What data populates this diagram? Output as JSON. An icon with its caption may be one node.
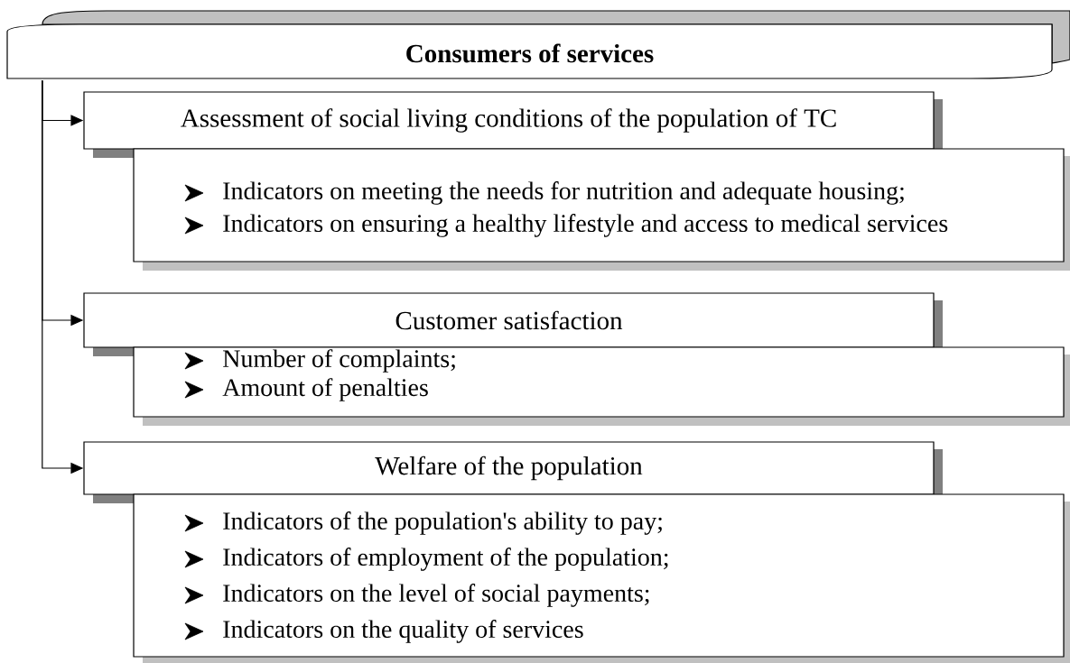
{
  "diagram": {
    "nodes": [
      {
        "text": [
          "Consumers of services"
        ]
      },
      {
        "text": [
          "Assessment of social living conditions of the population of TC"
        ]
      },
      {
        "text": [
          "Indicators on meeting the needs for nutrition and adequate housing;",
          "Indicators on ensuring a healthy lifestyle and access to medical services"
        ]
      },
      {
        "text": [
          "Customer satisfaction"
        ]
      },
      {
        "text": [
          "Number of complaints;",
          "Amount of penalties"
        ]
      },
      {
        "text": [
          "Welfare of the population"
        ]
      },
      {
        "text": [
          "Indicators of the population's ability to pay;",
          "Indicators of employment of the population;",
          "Indicators on the level of social payments;",
          "Indicators on the quality of services"
        ]
      }
    ],
    "edges": [
      {
        "from": 0,
        "to": 1,
        "arrow": "to"
      },
      {
        "from": 0,
        "to": 3,
        "arrow": "to"
      },
      {
        "from": 0,
        "to": 5,
        "arrow": "to"
      }
    ]
  }
}
